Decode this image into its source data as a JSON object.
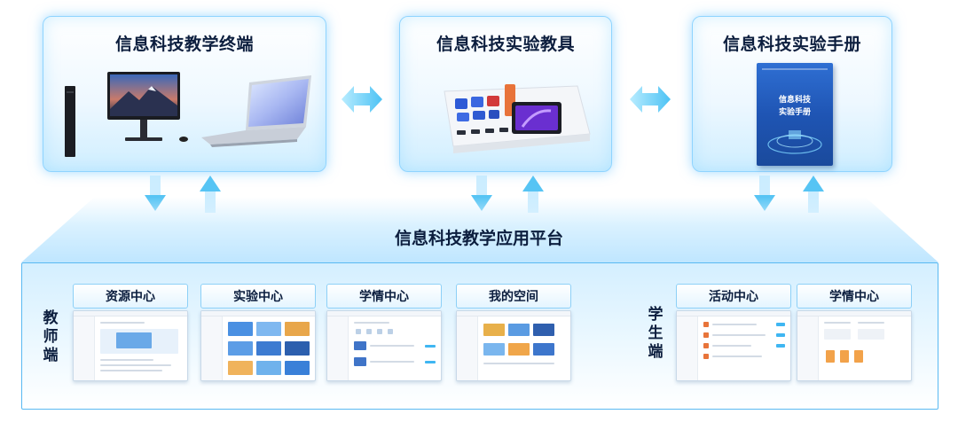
{
  "top_cards": {
    "terminal": {
      "title": "信息科技教学终端"
    },
    "kit": {
      "title": "信息科技实验教具"
    },
    "manual": {
      "title": "信息科技实验手册",
      "book_title_line1": "信息科技",
      "book_title_line2": "实验手册"
    }
  },
  "platform": {
    "title": "信息科技教学应用平台",
    "teacher": {
      "label": "教师端",
      "modules": [
        "资源中心",
        "实验中心",
        "学情中心",
        "我的空间"
      ]
    },
    "student": {
      "label": "学生端",
      "modules": [
        "活动中心",
        "学情中心"
      ]
    }
  },
  "colors": {
    "accent": "#3fb6f2",
    "arrow": "#6fd0f7",
    "title_text": "#0c1e3e",
    "border": "#59b9f2"
  }
}
